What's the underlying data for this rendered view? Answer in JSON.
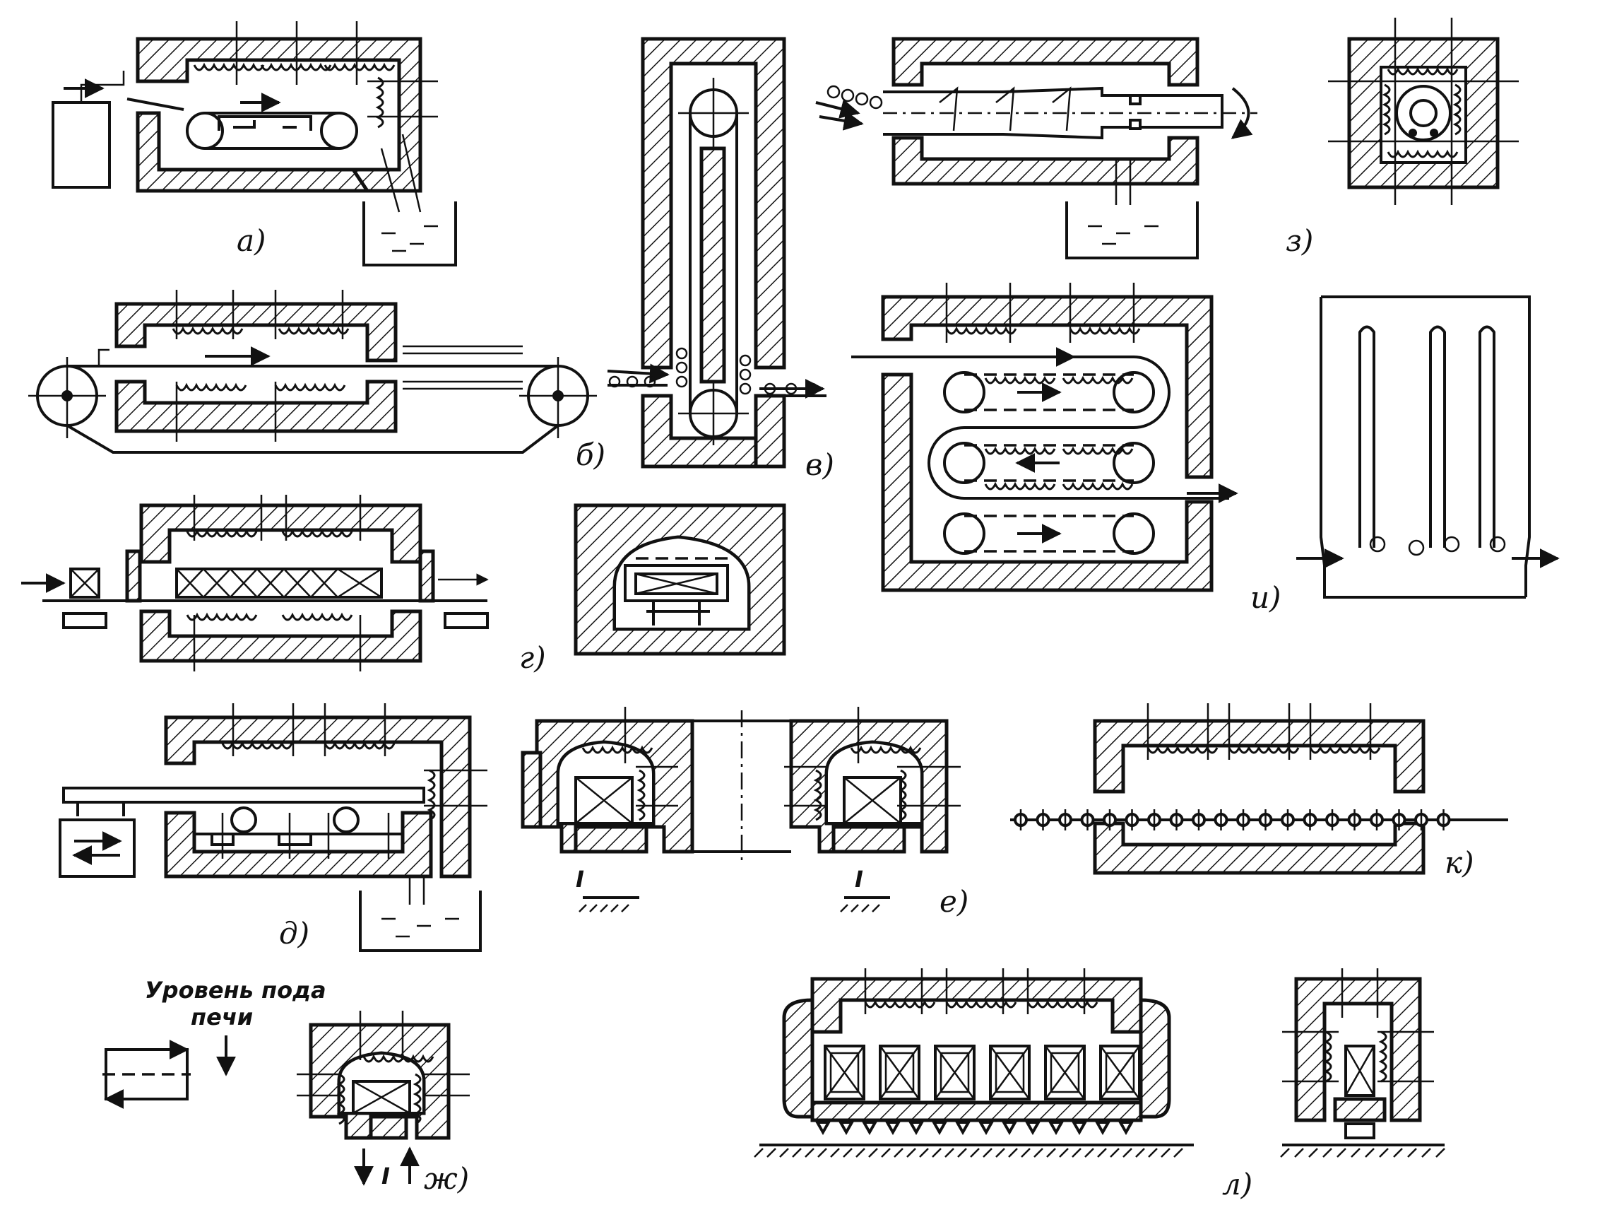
{
  "labels": {
    "a": "а)",
    "b": "б)",
    "v": "в)",
    "g": "г)",
    "d": "д)",
    "e": "е)",
    "zh": "ж)",
    "z": "з)",
    "i": "и)",
    "k": "к)",
    "l": "л)"
  },
  "annotation": {
    "line1": "Уровень пода",
    "line2": "печи"
  },
  "support_symbol": "I"
}
